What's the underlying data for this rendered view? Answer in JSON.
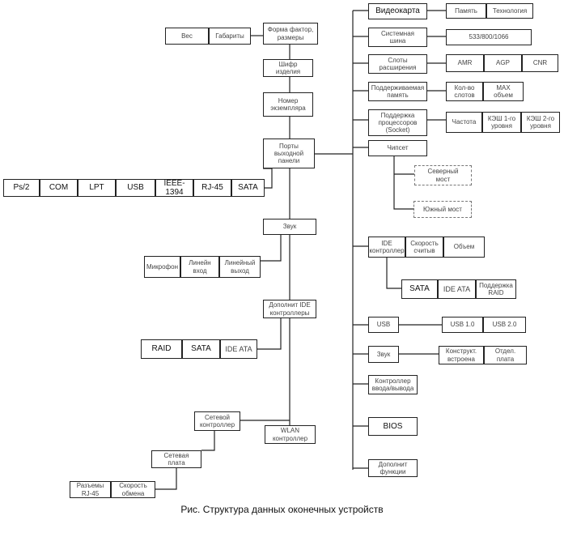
{
  "diagram": {
    "caption": "Рис. Структура данных оконечных  устройств",
    "center": {
      "form_factor": "Форма фактор,\nразмеры",
      "weight": "Вес",
      "dimensions": "Габариты",
      "chassis": "Шифр\nизделия",
      "serial": "Номер\nэкземпляра",
      "ports": "Порты\nвыходной\nпанели",
      "port_items": [
        "Ps/2",
        "COM",
        "LPT",
        "USB",
        "IEEE-1394",
        "RJ-45",
        "SATA"
      ],
      "sound": "Звук",
      "sound_items": [
        "Микрофон",
        "Линейн\nвход",
        "Линейный\nвыход"
      ],
      "extra_ide": "Дополнит IDE\nконтроллеры",
      "extra_ide_items": [
        "RAID",
        "SATA",
        "IDE ATA"
      ],
      "wlan": "WLAN\nконтроллер",
      "net_controller": "Сетевой\nконтроллер",
      "net_card": "Сетевая\nплата",
      "net_items": [
        "Разъемы\nRJ-45",
        "Скорость\nобмена"
      ]
    },
    "right": {
      "video": "Видеокарта",
      "video_items": [
        "Память",
        "Технология"
      ],
      "bus": "Системная\nшина",
      "bus_freq": "533/800/1066",
      "slots": "Слоты\nрасширения",
      "slot_items": [
        "AMR",
        "AGP",
        "CNR"
      ],
      "memory": "Поддерживаемая\nпамять",
      "memory_items": [
        "Кол-во\nслотов",
        "MAX\nобъем"
      ],
      "cpu": "Поддержка\nпроцессоров\n(Socket)",
      "cpu_items": [
        "Частота",
        "КЭШ 1-го\nуровня",
        "КЭШ 2-го\nуровня"
      ],
      "chipset": "Чипсет",
      "north_bridge": "Северный\nмост",
      "south_bridge": "Южный мост",
      "ide": "IDE\nконтроллер",
      "ide_items": [
        "Скорость\nсчитыв",
        "Объем"
      ],
      "ide_sub_items": [
        "SATA",
        "IDE ATA",
        "Поддержка\nRAID"
      ],
      "usb": "USB",
      "usb_items": [
        "USB 1.0",
        "USB 2.0"
      ],
      "sound": "Звук",
      "sound_items": [
        "Конструкт.\nвстроена",
        "Отдел.\nплата"
      ],
      "io_controller": "Контроллер\nввода/вывода",
      "bios": "BIOS",
      "extra_functions": "Дополнит\nфункции"
    }
  }
}
